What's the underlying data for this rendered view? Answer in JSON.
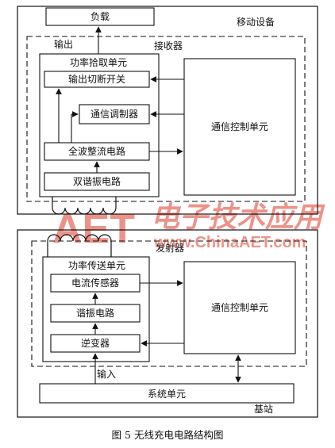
{
  "diagram": {
    "mobile": {
      "title": "移动设备",
      "load": "负载",
      "output_label": "输出",
      "receiver": {
        "title": "接收器",
        "power_pickup": {
          "title": "功率拾取单元",
          "output_switch": "输出切断开关",
          "comm_modulator": "通信调制器",
          "rectifier": "全波整流电路",
          "resonant": "双谐振电路"
        },
        "comm_control": "通信控制单元"
      }
    },
    "base": {
      "title": "基站",
      "transmitter": {
        "title": "发射器",
        "power_transfer": {
          "title": "功率传送单元",
          "current_sensor": "电流传感器",
          "resonant": "谐振电路",
          "inverter": "逆变器"
        },
        "comm_control": "通信控制单元"
      },
      "input_label": "输入",
      "system_unit": "系统单元"
    },
    "caption": "图 5   无线充电电路结构图"
  },
  "watermark": {
    "logo": "AET",
    "text": "电子技术应用",
    "url": "www.ChinaAET.com",
    "color": "#e03a2a"
  }
}
